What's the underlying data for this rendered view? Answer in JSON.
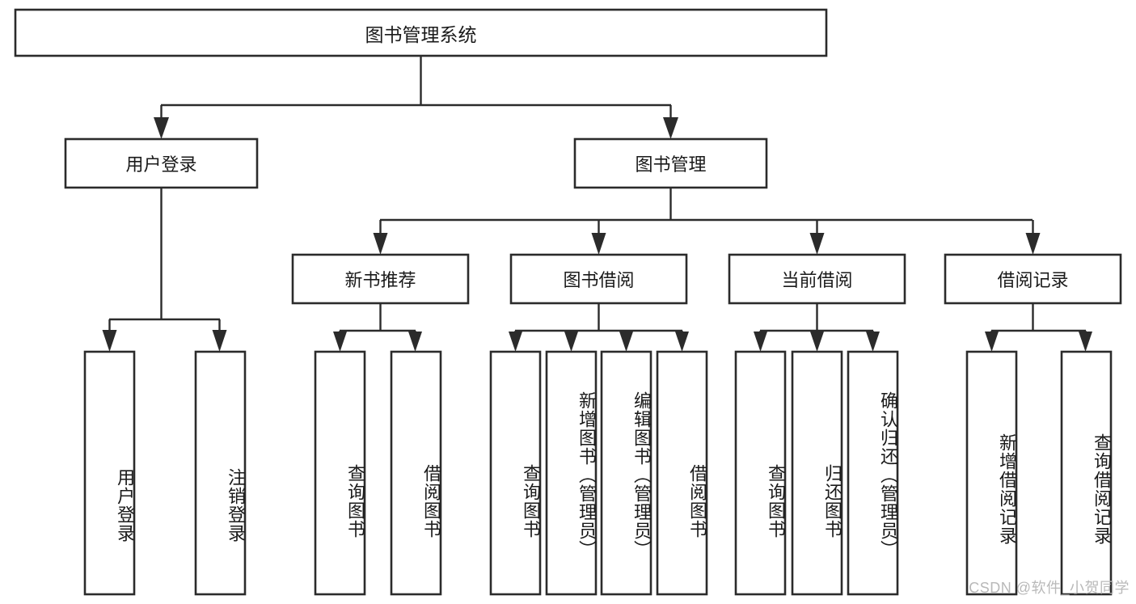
{
  "diagram": {
    "title": "图书管理系统",
    "type": "tree",
    "background_color": "#ffffff",
    "stroke_color": "#2b2b2b",
    "text_color": "#1a1a1a",
    "watermark": "CSDN @软件_小贺同学"
  },
  "nodes": {
    "root": {
      "label": "图书管理系统",
      "level": 1,
      "orientation": "horizontal"
    },
    "user_login": {
      "label": "用户登录",
      "level": 2,
      "orientation": "horizontal"
    },
    "book_manage": {
      "label": "图书管理",
      "level": 2,
      "orientation": "horizontal"
    },
    "new_book_rec": {
      "label": "新书推荐",
      "level": 3,
      "orientation": "horizontal"
    },
    "book_borrow": {
      "label": "图书借阅",
      "level": 3,
      "orientation": "horizontal"
    },
    "current_borrow": {
      "label": "当前借阅",
      "level": 3,
      "orientation": "horizontal"
    },
    "borrow_record": {
      "label": "借阅记录",
      "level": 3,
      "orientation": "horizontal"
    },
    "leaf_user_login": {
      "label": "用户登录",
      "level": 4,
      "orientation": "vertical"
    },
    "leaf_logout": {
      "label": "注销登录",
      "level": 4,
      "orientation": "vertical"
    },
    "leaf_query_book_1": {
      "label": "查询图书",
      "level": 4,
      "orientation": "vertical"
    },
    "leaf_borrow_book_1": {
      "label": "借阅图书",
      "level": 4,
      "orientation": "vertical"
    },
    "leaf_query_book_2": {
      "label": "查询图书",
      "level": 4,
      "orientation": "vertical"
    },
    "leaf_add_book": {
      "label": "新增图书（管理员）",
      "level": 4,
      "orientation": "vertical"
    },
    "leaf_edit_book": {
      "label": "编辑图书（管理员）",
      "level": 4,
      "orientation": "vertical"
    },
    "leaf_borrow_book_2": {
      "label": "借阅图书",
      "level": 4,
      "orientation": "vertical"
    },
    "leaf_query_book_3": {
      "label": "查询图书",
      "level": 4,
      "orientation": "vertical"
    },
    "leaf_return_book": {
      "label": "归还图书",
      "level": 4,
      "orientation": "vertical"
    },
    "leaf_confirm_return": {
      "label": "确认归还（管理员）",
      "level": 4,
      "orientation": "vertical"
    },
    "leaf_add_record": {
      "label": "新增借阅记录",
      "level": 4,
      "orientation": "vertical"
    },
    "leaf_query_record": {
      "label": "查询借阅记录",
      "level": 4,
      "orientation": "vertical"
    }
  },
  "edges": [
    {
      "from": "root",
      "to": "user_login"
    },
    {
      "from": "root",
      "to": "book_manage"
    },
    {
      "from": "user_login",
      "to": "leaf_user_login"
    },
    {
      "from": "user_login",
      "to": "leaf_logout"
    },
    {
      "from": "book_manage",
      "to": "new_book_rec"
    },
    {
      "from": "book_manage",
      "to": "book_borrow"
    },
    {
      "from": "book_manage",
      "to": "current_borrow"
    },
    {
      "from": "book_manage",
      "to": "borrow_record"
    },
    {
      "from": "new_book_rec",
      "to": "leaf_query_book_1"
    },
    {
      "from": "new_book_rec",
      "to": "leaf_borrow_book_1"
    },
    {
      "from": "book_borrow",
      "to": "leaf_query_book_2"
    },
    {
      "from": "book_borrow",
      "to": "leaf_add_book"
    },
    {
      "from": "book_borrow",
      "to": "leaf_edit_book"
    },
    {
      "from": "book_borrow",
      "to": "leaf_borrow_book_2"
    },
    {
      "from": "current_borrow",
      "to": "leaf_query_book_3"
    },
    {
      "from": "current_borrow",
      "to": "leaf_return_book"
    },
    {
      "from": "current_borrow",
      "to": "leaf_confirm_return"
    },
    {
      "from": "borrow_record",
      "to": "leaf_add_record"
    },
    {
      "from": "borrow_record",
      "to": "leaf_query_record"
    }
  ]
}
